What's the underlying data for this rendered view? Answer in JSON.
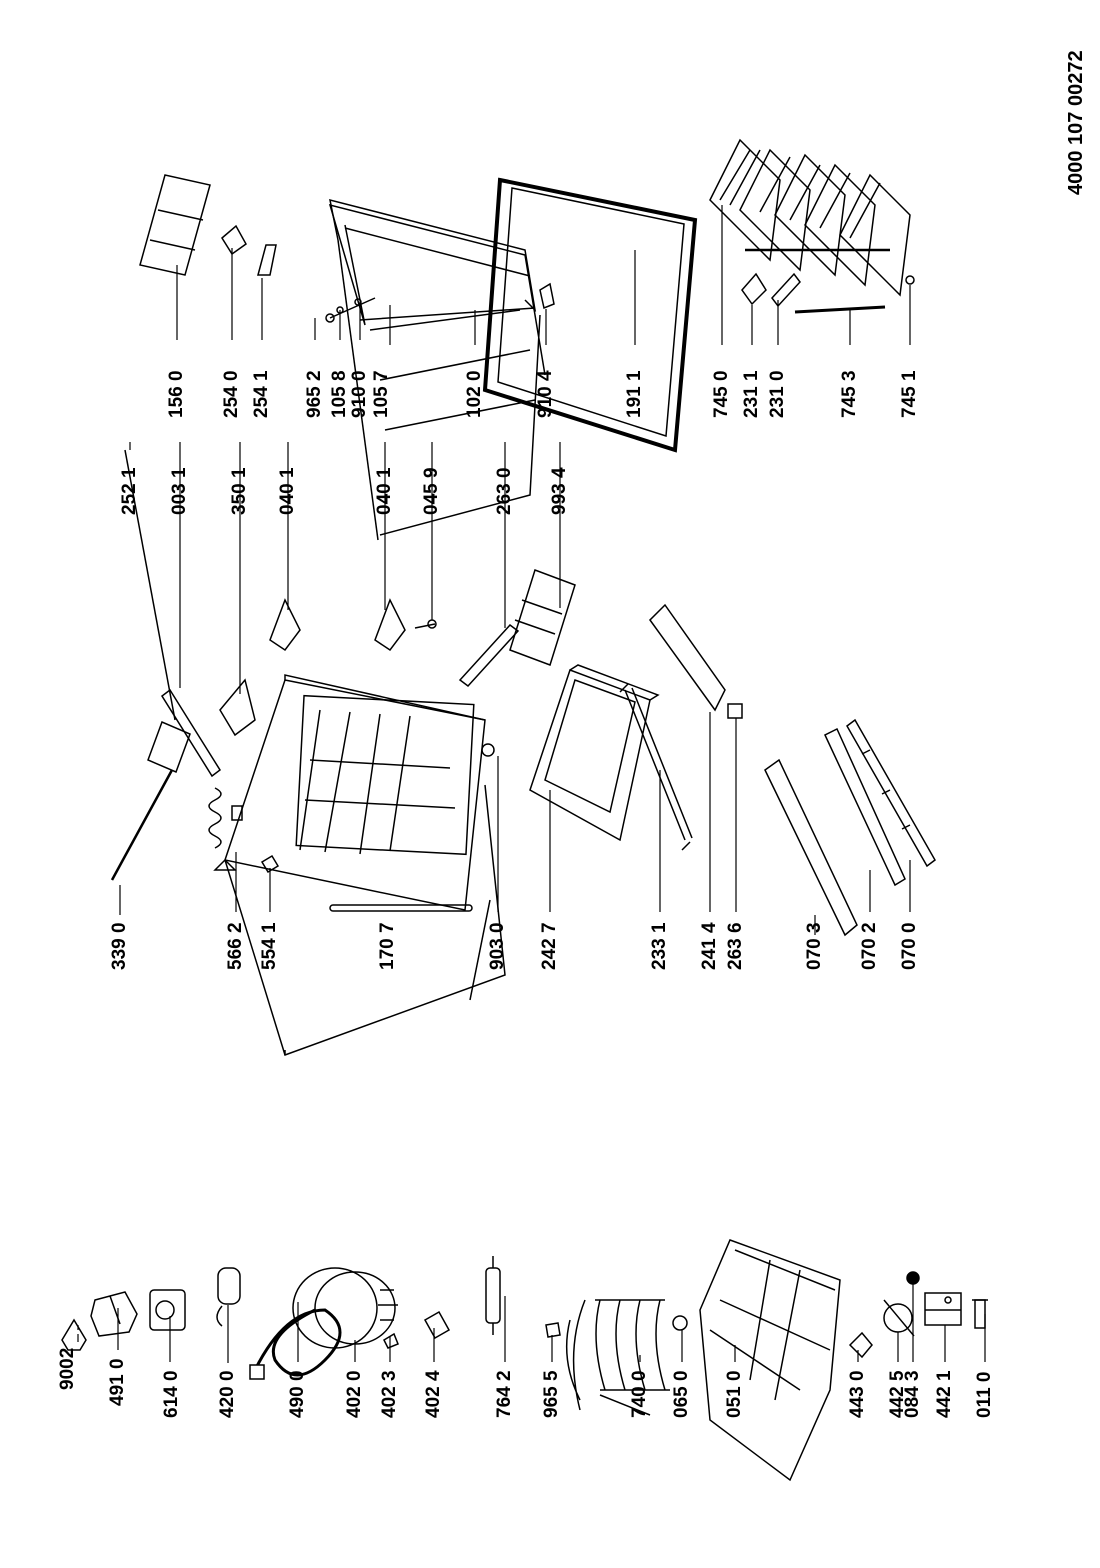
{
  "document_number": "4000 107 00272",
  "parts": [
    {
      "id": "p9002",
      "label": "9002"
    },
    {
      "id": "p4910",
      "label": "491 0"
    },
    {
      "id": "p6140",
      "label": "614 0"
    },
    {
      "id": "p4200",
      "label": "420 0"
    },
    {
      "id": "p4900",
      "label": "490 0"
    },
    {
      "id": "p4020",
      "label": "402 0"
    },
    {
      "id": "p4023",
      "label": "402 3"
    },
    {
      "id": "p4024",
      "label": "402 4"
    },
    {
      "id": "p7642",
      "label": "764 2"
    },
    {
      "id": "p9655",
      "label": "965 5"
    },
    {
      "id": "p7400",
      "label": "740 0"
    },
    {
      "id": "p0650",
      "label": "065 0"
    },
    {
      "id": "p0510",
      "label": "051 0"
    },
    {
      "id": "p4430",
      "label": "443 0"
    },
    {
      "id": "p4425",
      "label": "442 5"
    },
    {
      "id": "p0843",
      "label": "084 3"
    },
    {
      "id": "p4421",
      "label": "442 1"
    },
    {
      "id": "p0110",
      "label": "011 0"
    },
    {
      "id": "p3390",
      "label": "339 0"
    },
    {
      "id": "p5662",
      "label": "566 2"
    },
    {
      "id": "p5541",
      "label": "554 1"
    },
    {
      "id": "p1707",
      "label": "170 7"
    },
    {
      "id": "p9030",
      "label": "903 0"
    },
    {
      "id": "p2427",
      "label": "242 7"
    },
    {
      "id": "p2331",
      "label": "233 1"
    },
    {
      "id": "p2414",
      "label": "241 4"
    },
    {
      "id": "p2636",
      "label": "263 6"
    },
    {
      "id": "p0703",
      "label": "070 3"
    },
    {
      "id": "p0702",
      "label": "070 2"
    },
    {
      "id": "p0700",
      "label": "070 0"
    },
    {
      "id": "p2521",
      "label": "252 1"
    },
    {
      "id": "p0031",
      "label": "003 1"
    },
    {
      "id": "p3501",
      "label": "350 1"
    },
    {
      "id": "p0401a",
      "label": "040 1"
    },
    {
      "id": "p0401b",
      "label": "040 1"
    },
    {
      "id": "p0459",
      "label": "045 9"
    },
    {
      "id": "p2630",
      "label": "263 0"
    },
    {
      "id": "p9934",
      "label": "993 4"
    },
    {
      "id": "p1560",
      "label": "156 0"
    },
    {
      "id": "p2540",
      "label": "254 0"
    },
    {
      "id": "p2541",
      "label": "254 1"
    },
    {
      "id": "p9652",
      "label": "965 2"
    },
    {
      "id": "p1058",
      "label": "105 8"
    },
    {
      "id": "p9100",
      "label": "910 0"
    },
    {
      "id": "p1057",
      "label": "105 7"
    },
    {
      "id": "p1020",
      "label": "102 0"
    },
    {
      "id": "p9104",
      "label": "910 4"
    },
    {
      "id": "p1911",
      "label": "191 1"
    },
    {
      "id": "p7450",
      "label": "745 0"
    },
    {
      "id": "p2311",
      "label": "231 1"
    },
    {
      "id": "p2310",
      "label": "231 0"
    },
    {
      "id": "p7453",
      "label": "745 3"
    },
    {
      "id": "p7451",
      "label": "745 1"
    }
  ]
}
